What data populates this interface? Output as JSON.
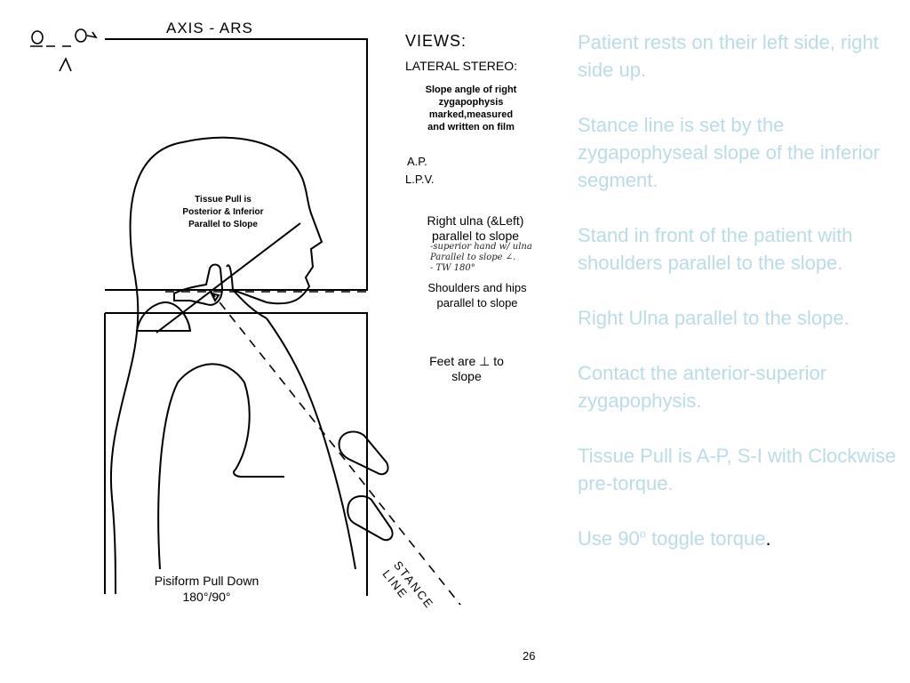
{
  "diagram": {
    "axis_title": "AXIS - ARS",
    "tissue_pull": [
      "Tissue Pull is",
      "Posterior & Inferior",
      "Parallel to Slope"
    ],
    "pisiform": [
      "Pisiform Pull Down",
      "180°/90°"
    ],
    "stance": [
      "STANCE",
      "LINE"
    ],
    "views_title": "VIEWS:",
    "views_sub": "LATERAL STEREO:",
    "slope_note": [
      "Slope angle of right",
      "zygapophysis",
      "marked,measured",
      "and written on film"
    ],
    "ap": "A.P.",
    "lpv": "L.P.V.",
    "ulna": [
      "Right ulna (&Left)",
      "parallel to slope"
    ],
    "handwritten": [
      "-superior hand w/ ulna",
      "Parallel to slope ∠.",
      "- TW 180°"
    ],
    "shoulders": [
      "Shoulders and hips",
      "parallel to slope"
    ],
    "feet": [
      "Feet are ⊥ to",
      "slope"
    ]
  },
  "notes": {
    "items": [
      "Patient rests on their left side, right side up.",
      "Stance line is set by the zygapophyseal slope of the inferior segment.",
      "Stand in front of the patient with shoulders parallel to the slope.",
      "Right Ulna parallel to the slope.",
      "Contact the anterior-superior zygapophysis.",
      "Tissue Pull is A-P, S-I with Clockwise pre-torque."
    ],
    "last_prefix": "Use 90",
    "last_sup": "o",
    "last_suffix": " toggle torque",
    "last_dot": "."
  },
  "page_number": "26",
  "colors": {
    "notes_text": "#b9dce6",
    "line": "#000000"
  }
}
